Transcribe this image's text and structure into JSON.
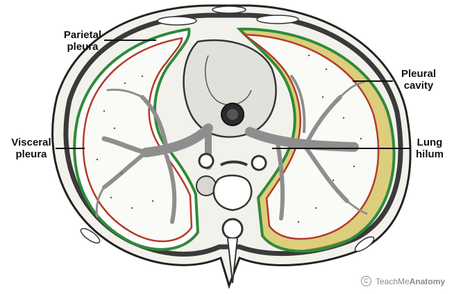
{
  "labels": {
    "parietal_line1": "Parietal",
    "parietal_line2": "pleura",
    "pleural_cavity_line1": "Pleural",
    "pleural_cavity_line2": "cavity",
    "visceral_line1": "Visceral",
    "visceral_line2": "pleura",
    "lung_hilum_line1": "Lung",
    "lung_hilum_line2": "hilum"
  },
  "credit": {
    "symbol": "C",
    "brand_regular": "TeachMe",
    "brand_bold": "Anatomy"
  },
  "colors": {
    "parietal_pleura": "#2e8b3a",
    "visceral_pleura": "#b23a2a",
    "pleural_cavity_fill": "#c9b020",
    "outline": "#222222",
    "vessel_grey": "#8e8e8e",
    "credit_grey": "#8a8a8a"
  }
}
